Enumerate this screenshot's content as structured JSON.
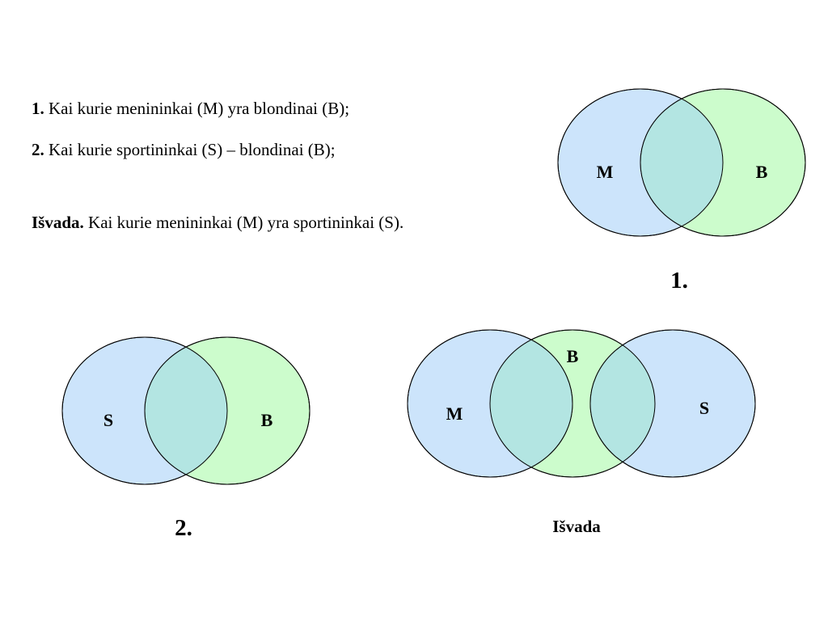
{
  "statements": [
    {
      "num": "1.",
      "text": "Kai kurie menininkai (M) yra blondinai (B);"
    },
    {
      "num": "2.",
      "text": "Kai kurie sportininkai (S) – blondinai (B);"
    },
    {
      "num": "Išvada.",
      "text": "Kai kurie menininkai (M) yra sportininkai (S)."
    }
  ],
  "colors": {
    "set_blue": "#cce4fb",
    "set_green": "#ccfccc",
    "overlap": "#b3e5e2",
    "stroke": "#000000"
  },
  "diagrams": [
    {
      "caption": "1.",
      "sets": [
        {
          "label": "M",
          "fill": "blue"
        },
        {
          "label": "B",
          "fill": "green"
        }
      ]
    },
    {
      "caption": "2.",
      "sets": [
        {
          "label": "S",
          "fill": "blue"
        },
        {
          "label": "B",
          "fill": "green"
        }
      ]
    },
    {
      "caption": "Išvada",
      "sets": [
        {
          "label": "M",
          "fill": "blue"
        },
        {
          "label": "B",
          "fill": "green"
        },
        {
          "label": "S",
          "fill": "blue"
        }
      ]
    }
  ]
}
